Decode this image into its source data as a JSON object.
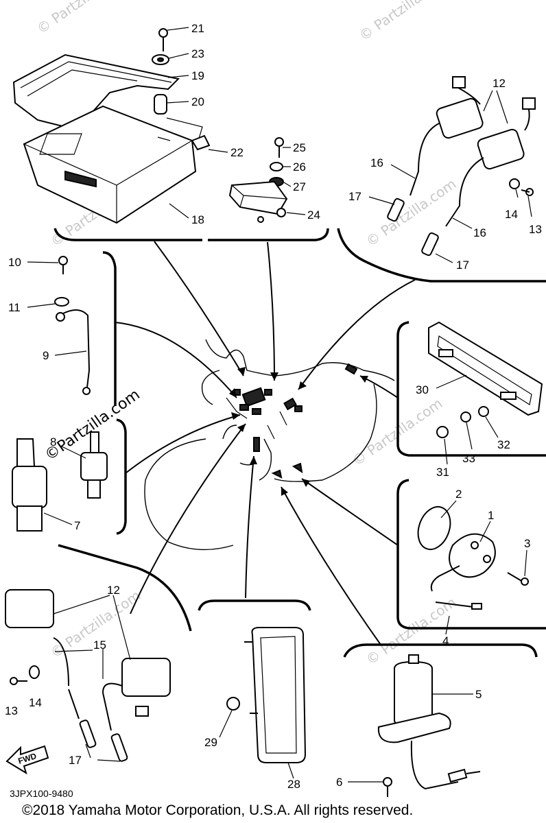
{
  "watermark": {
    "text": "© Partzilla.com",
    "prominent": "©Partzilla.com"
  },
  "callouts": {
    "n1": "1",
    "n2": "2",
    "n3": "3",
    "n4": "4",
    "n5": "5",
    "n6": "6",
    "n7": "7",
    "n8": "8",
    "n9": "9",
    "n10": "10",
    "n11": "11",
    "n12a": "12",
    "n12b": "12",
    "n13a": "13",
    "n13b": "13",
    "n14a": "14",
    "n14b": "14",
    "n15": "15",
    "n16a": "16",
    "n16b": "16",
    "n17a": "17",
    "n17b": "17",
    "n17c": "17",
    "n18": "18",
    "n19": "19",
    "n20": "20",
    "n21": "21",
    "n22": "22",
    "n23": "23",
    "n24": "24",
    "n25": "25",
    "n26": "26",
    "n27": "27",
    "n28": "28",
    "n29": "29",
    "n30": "30",
    "n31": "31",
    "n32": "32",
    "n33": "33"
  },
  "fwd_label": "FWD",
  "diagram_code": "3JPX100-9480",
  "copyright": "©2018  Yamaha Motor Corporation, U.S.A. All rights reserved."
}
